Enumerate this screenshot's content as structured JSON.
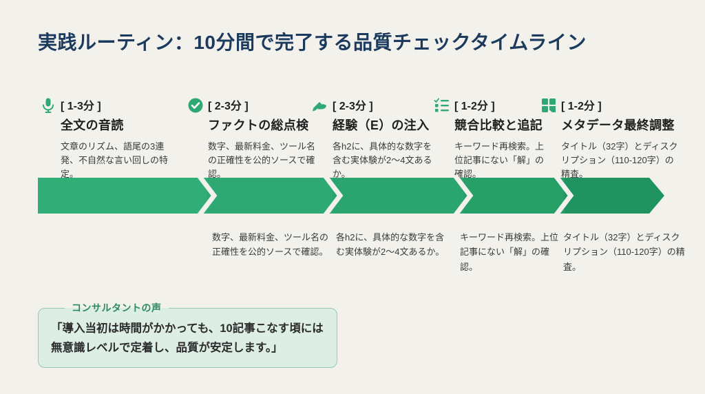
{
  "theme": {
    "background": "#f2f1eb",
    "title_color": "#1b3a5e",
    "accent_green": "#2fa874"
  },
  "page": {
    "title": "実践ルーティン：10分間で完了する品質チェックタイムライン"
  },
  "timeline": {
    "bar_colors": [
      "#31ad77",
      "#2fa973",
      "#2ba56f",
      "#26a067",
      "#1f9460"
    ],
    "separator_color": "#f2f1eb",
    "steps": [
      {
        "icon": "microphone-icon",
        "time": "[ 1-3分 ]",
        "heading": "全文の音読",
        "description": "文章のリズム、語尾の3連発、不自然な言い回しの特定。",
        "below": ""
      },
      {
        "icon": "check-circle-icon",
        "time": "[ 2-3分 ]",
        "heading": "ファクトの総点検",
        "description": "数字、最新料金、ツール名の正確性を公的ソースで確認。",
        "below": "数字、最新料金、ツール名の正確性を公的ソースで確認。"
      },
      {
        "icon": "pen-icon",
        "time": "[ 2-3分 ]",
        "heading": "経験（E）の注入",
        "description": "各h2に、具体的な数字を含む実体験が2〜4文あるか。",
        "below": "各h2に、具体的な数字を含む実体験が2〜4文あるか。"
      },
      {
        "icon": "checklist-icon",
        "time": "[ 1-2分 ]",
        "heading": "競合比較と追記",
        "description": "キーワード再検索。上位記事にない「解」の確認。",
        "below": "キーワード再検索。上位記事にない「解」の確認。"
      },
      {
        "icon": "grid-icon",
        "time": "[ 1-2分 ]",
        "heading": "メタデータ最終調整",
        "description": "タイトル（32字）とディスクリプション（110-120字）の精査。",
        "below": "タイトル（32字）とディスクリプション（110-120字）の精査。"
      }
    ]
  },
  "callout": {
    "label": "コンサルタントの声",
    "text": "「導入当初は時間がかかっても、10記事こなす頃には無意識レベルで定着し、品質が安定します。」"
  }
}
